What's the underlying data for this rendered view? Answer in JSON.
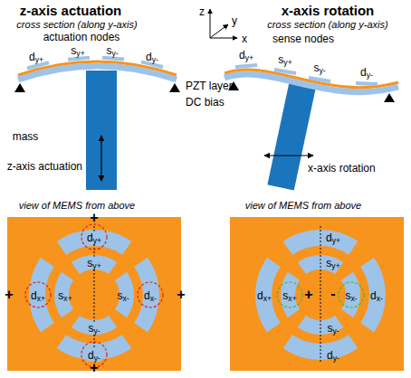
{
  "diagram": {
    "labels": [
      "z-axis actuation",
      "cross section (along y-axis)",
      "actuation nodes",
      "dy+",
      "sy+",
      "sy-",
      "dy-",
      "PZT layer",
      "DC bias",
      "mass",
      "z-axis actuation",
      "z",
      "y",
      "x",
      "x-axis rotation",
      "cross section (along y-axis)",
      "sense nodes",
      "dy+",
      "sy+",
      "sy-",
      "dy-",
      "x-axis rotation",
      "view of MEMS from above",
      "+",
      "dy+",
      "sy+",
      "+",
      "dx+",
      "sx+",
      "sx-",
      "dx-",
      "+",
      "sy-",
      "dy-",
      "+",
      "view of MEMS from above",
      "dy+",
      "sy+",
      "dx+",
      "sx+",
      "+",
      "-",
      "sx-",
      "dx-",
      "sy-",
      "dy-"
    ]
  }
}
